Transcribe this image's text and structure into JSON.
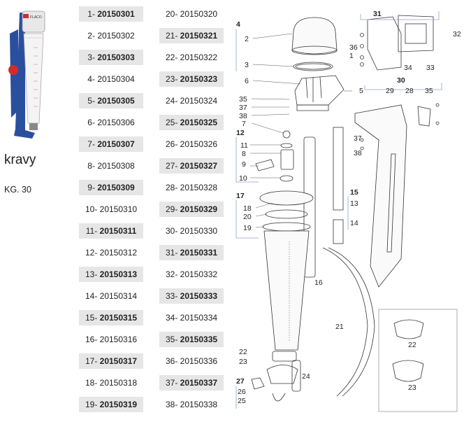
{
  "product": {
    "title": "kravy",
    "capacity": "KG. 30",
    "brand_text": "FLACO",
    "colors": {
      "body": "#2a4f9e",
      "accent": "#d62b2b",
      "cap": "#e8e8e8"
    }
  },
  "parts_table": {
    "left_column": [
      {
        "no": "1",
        "code": "20150301"
      },
      {
        "no": "2",
        "code": "20150302"
      },
      {
        "no": "3",
        "code": "20150303"
      },
      {
        "no": "4",
        "code": "20150304"
      },
      {
        "no": "5",
        "code": "20150305"
      },
      {
        "no": "6",
        "code": "20150306"
      },
      {
        "no": "7",
        "code": "20150307"
      },
      {
        "no": "8",
        "code": "20150308"
      },
      {
        "no": "9",
        "code": "20150309"
      },
      {
        "no": "10",
        "code": "20150310"
      },
      {
        "no": "11",
        "code": "20150311"
      },
      {
        "no": "12",
        "code": "20150312"
      },
      {
        "no": "13",
        "code": "20150313"
      },
      {
        "no": "14",
        "code": "20150314"
      },
      {
        "no": "15",
        "code": "20150315"
      },
      {
        "no": "16",
        "code": "20150316"
      },
      {
        "no": "17",
        "code": "20150317"
      },
      {
        "no": "18",
        "code": "20150318"
      },
      {
        "no": "19",
        "code": "20150319"
      }
    ],
    "right_column": [
      {
        "no": "20",
        "code": "20150320"
      },
      {
        "no": "21",
        "code": "20150321"
      },
      {
        "no": "22",
        "code": "20150322"
      },
      {
        "no": "23",
        "code": "20150323"
      },
      {
        "no": "24",
        "code": "20150324"
      },
      {
        "no": "25",
        "code": "20150325"
      },
      {
        "no": "26",
        "code": "20150326"
      },
      {
        "no": "27",
        "code": "20150327"
      },
      {
        "no": "28",
        "code": "20150328"
      },
      {
        "no": "29",
        "code": "20150329"
      },
      {
        "no": "30",
        "code": "20150330"
      },
      {
        "no": "31",
        "code": "20150331"
      },
      {
        "no": "32",
        "code": "20150332"
      },
      {
        "no": "33",
        "code": "20150333"
      },
      {
        "no": "34",
        "code": "20150334"
      },
      {
        "no": "35",
        "code": "20150335"
      },
      {
        "no": "36",
        "code": "20150336"
      },
      {
        "no": "37",
        "code": "20150337"
      },
      {
        "no": "38",
        "code": "20150338"
      }
    ]
  },
  "diagram_labels": {
    "plain": [
      "2",
      "3",
      "6",
      "5",
      "35",
      "37",
      "38",
      "7",
      "11",
      "8",
      "9",
      "10",
      "18",
      "20",
      "19",
      "16",
      "13",
      "14",
      "22",
      "23",
      "24",
      "26",
      "25",
      "21",
      "36",
      "1",
      "34",
      "33",
      "32",
      "29",
      "28",
      "35",
      "37",
      "38",
      "22",
      "23"
    ],
    "group": [
      "4",
      "31",
      "30",
      "12",
      "17",
      "15",
      "27"
    ]
  }
}
